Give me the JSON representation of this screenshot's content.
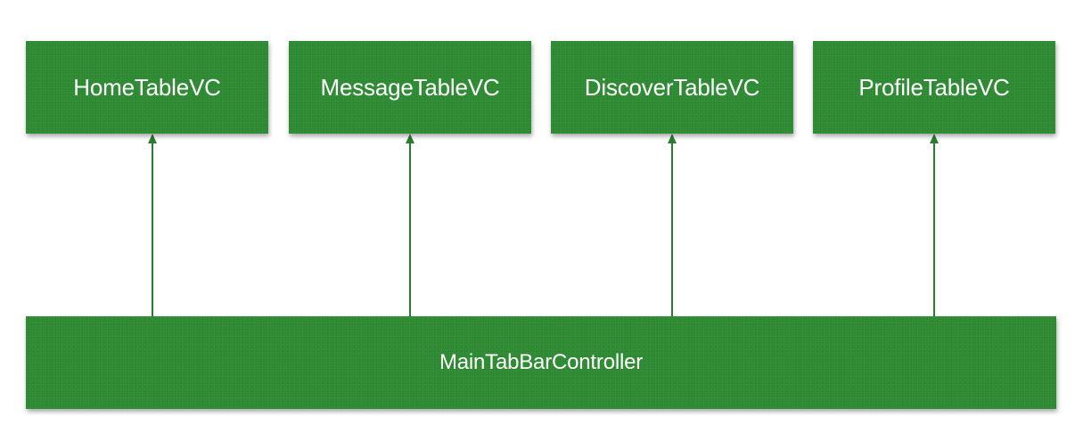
{
  "nodes": {
    "home": "HomeTableVC",
    "message": "MessageTableVC",
    "discover": "DiscoverTableVC",
    "profile": "ProfileTableVC",
    "main": "MainTabBarController"
  },
  "edges": [
    {
      "from": "main",
      "to": "home"
    },
    {
      "from": "main",
      "to": "message"
    },
    {
      "from": "main",
      "to": "discover"
    },
    {
      "from": "main",
      "to": "profile"
    }
  ],
  "colors": {
    "box_fill": "#2d8a32",
    "box_text": "#ffffff",
    "arrow": "#2a7d2e"
  }
}
